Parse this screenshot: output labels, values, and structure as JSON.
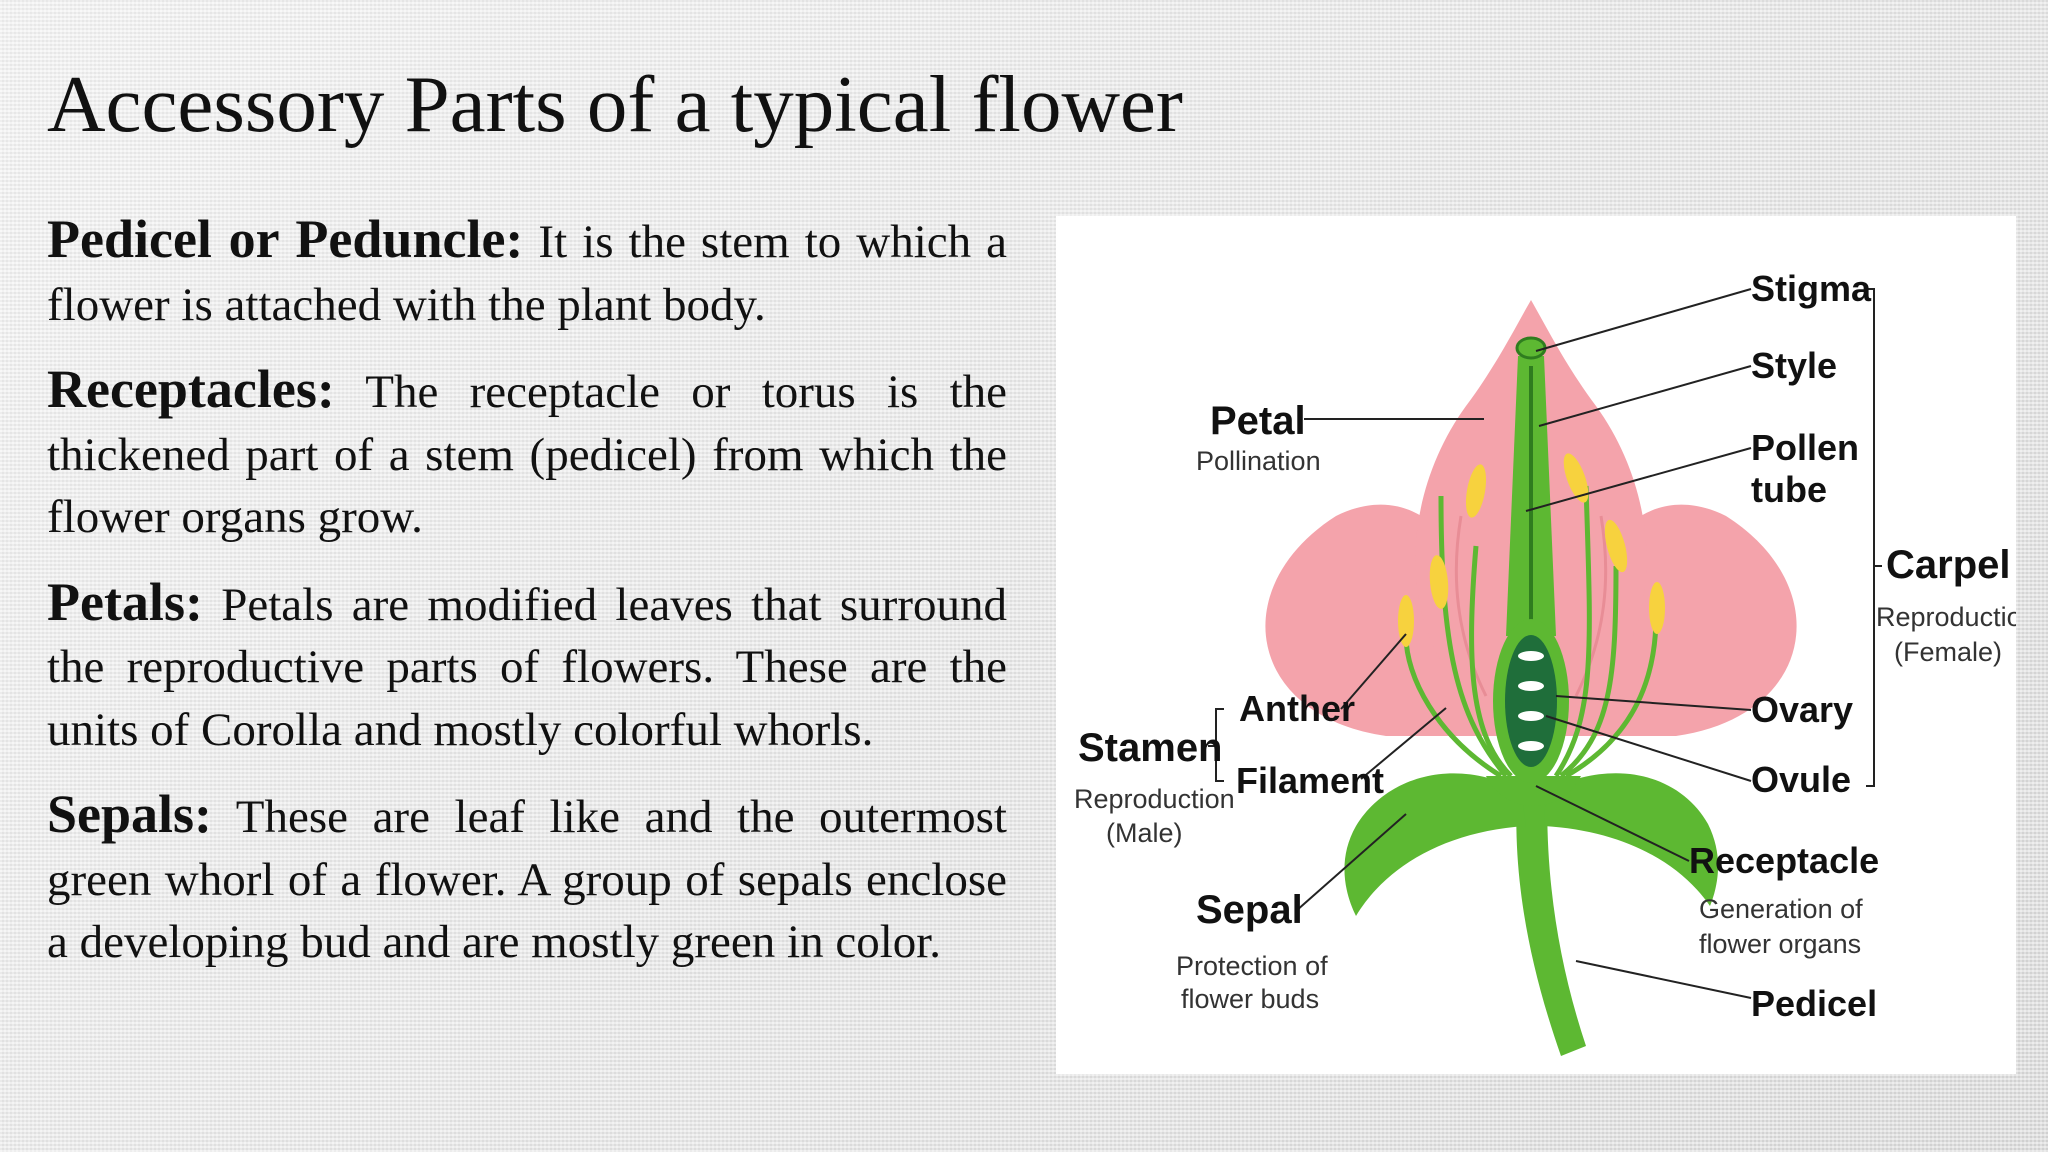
{
  "title": "Accessory Parts of a typical flower",
  "paragraphs": [
    {
      "term": "Pedicel or Peduncle:",
      "text": " It is the stem to which a flower is attached with the plant body."
    },
    {
      "term": "Receptacles:",
      "text": " The receptacle or torus is the thickened part of a stem (pedicel) from which the flower organs grow."
    },
    {
      "term": "Petals:",
      "text": " Petals are modified leaves that surround the reproductive parts of flowers. These are the units of Corolla and mostly colorful whorls."
    },
    {
      "term": "Sepals:",
      "text": " These are leaf like and the outermost green whorl of a flower. A group of sepals enclose a developing bud and are mostly green in color."
    }
  ],
  "diagram": {
    "labels": {
      "stigma": "Stigma",
      "style": "Style",
      "pollen_tube_1": "Pollen",
      "pollen_tube_2": "tube",
      "carpel": "Carpel",
      "carpel_note_1": "Reproduction",
      "carpel_note_2": "(Female)",
      "ovary": "Ovary",
      "ovule": "Ovule",
      "receptacle": "Receptacle",
      "receptacle_note_1": "Generation of",
      "receptacle_note_2": "flower organs",
      "pedicel": "Pedicel",
      "petal": "Petal",
      "petal_note": "Pollination",
      "stamen": "Stamen",
      "stamen_note_1": "Reproduction",
      "stamen_note_2": "(Male)",
      "anther": "Anther",
      "filament": "Filament",
      "sepal": "Sepal",
      "sepal_note_1": "Protection of",
      "sepal_note_2": "flower buds"
    },
    "colors": {
      "petal": "#f4a3ab",
      "petal_edge": "#e88d96",
      "green": "#5db832",
      "dark_green": "#2f7d1f",
      "ovary_inner": "#1f6e3a",
      "anther": "#f7d23e",
      "line": "#222222"
    }
  }
}
